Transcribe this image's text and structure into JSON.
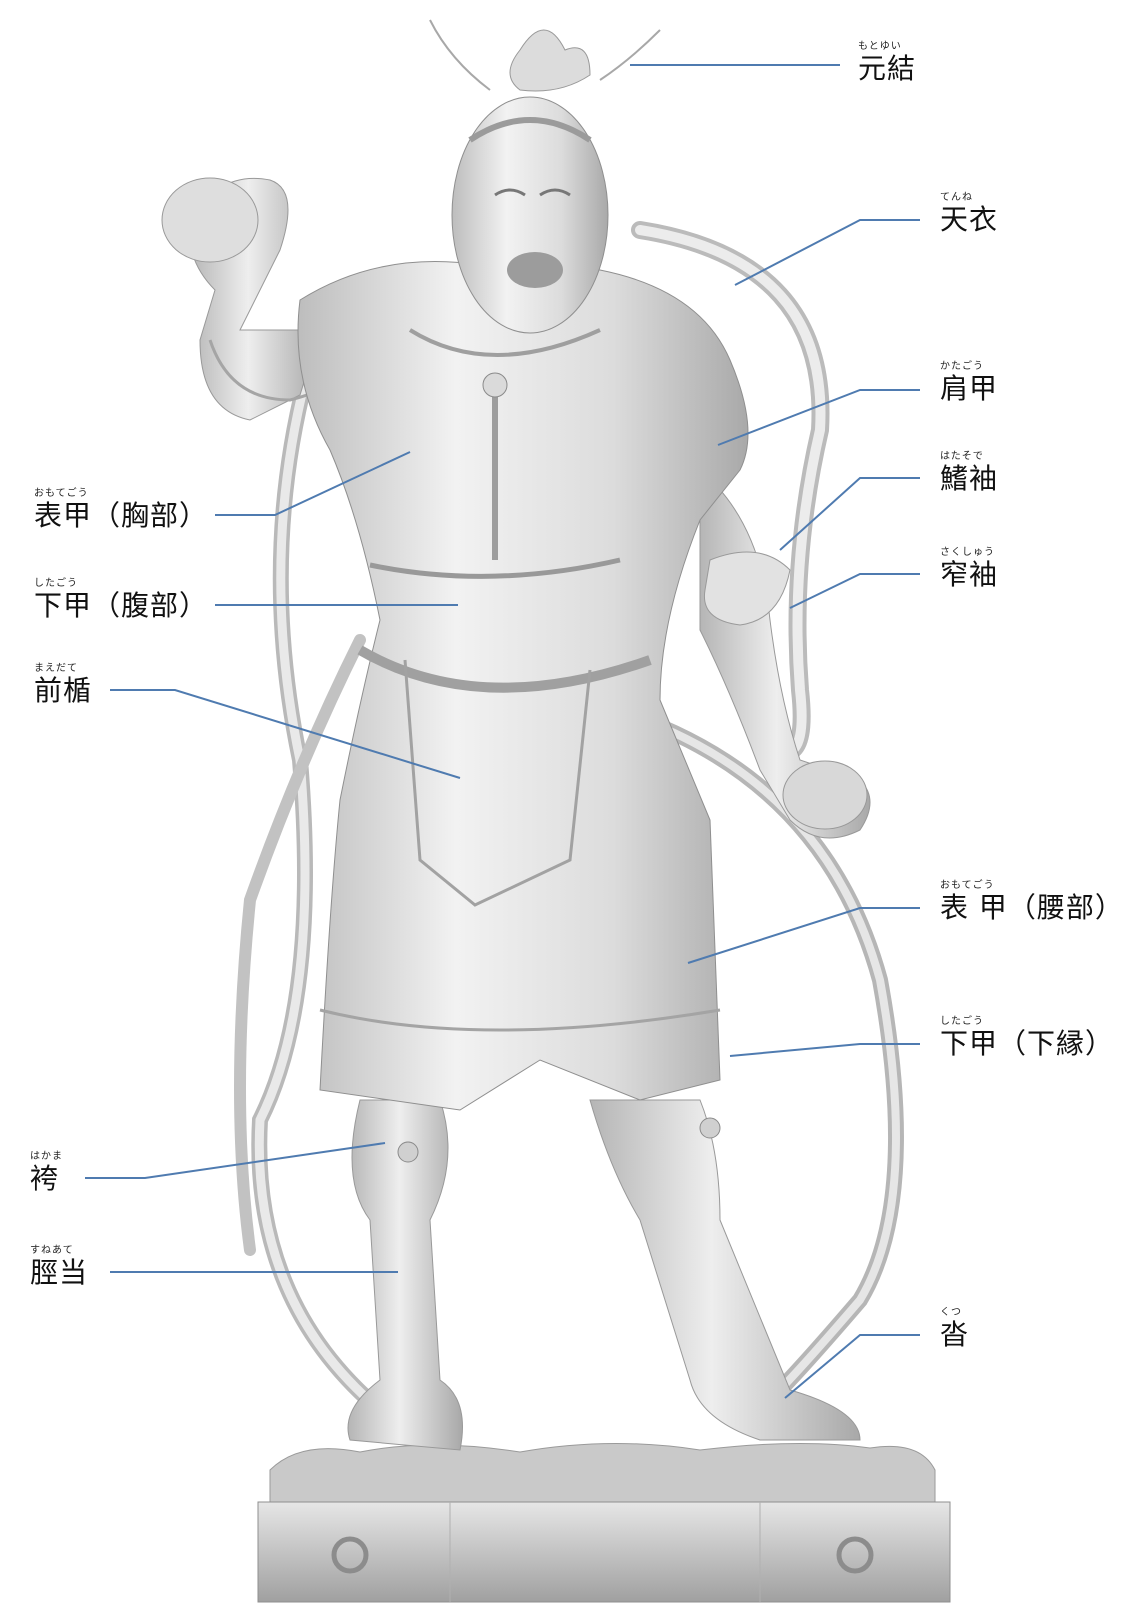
{
  "labels": {
    "motoyui": {
      "text": "元結",
      "ruby": "もとゆい"
    },
    "tenne": {
      "text": "天衣",
      "ruby": "てんね"
    },
    "katagou": {
      "text": "肩甲",
      "ruby": "かたごう"
    },
    "hatasode": {
      "text": "鰭袖",
      "ruby": "はたそで"
    },
    "sakushuu": {
      "text": "窄袖",
      "ruby": "さくしゅう"
    },
    "omotegou_chest": {
      "text": "表甲（胸部）",
      "ruby": "おもてごう"
    },
    "shitagou_belly": {
      "text": "下甲（腹部）",
      "ruby": "したごう"
    },
    "maedate": {
      "text": "前楯",
      "ruby": "まえだて"
    },
    "omotegou_waist": {
      "text": "表 甲（腰部）",
      "ruby": "おもてごう"
    },
    "shitagou_hem": {
      "text": "下甲（下縁）",
      "ruby": "したごう"
    },
    "hakama": {
      "text": "袴",
      "ruby": "はかま"
    },
    "suneate": {
      "text": "脛当",
      "ruby": "すねあて"
    },
    "kutsu": {
      "text": "沓",
      "ruby": "くつ"
    }
  },
  "colors": {
    "leader_line": "#4f7bb0",
    "statue_light": "#f4f4f4",
    "statue_mid": "#cfcfcf",
    "statue_dark": "#8a8a8a"
  }
}
